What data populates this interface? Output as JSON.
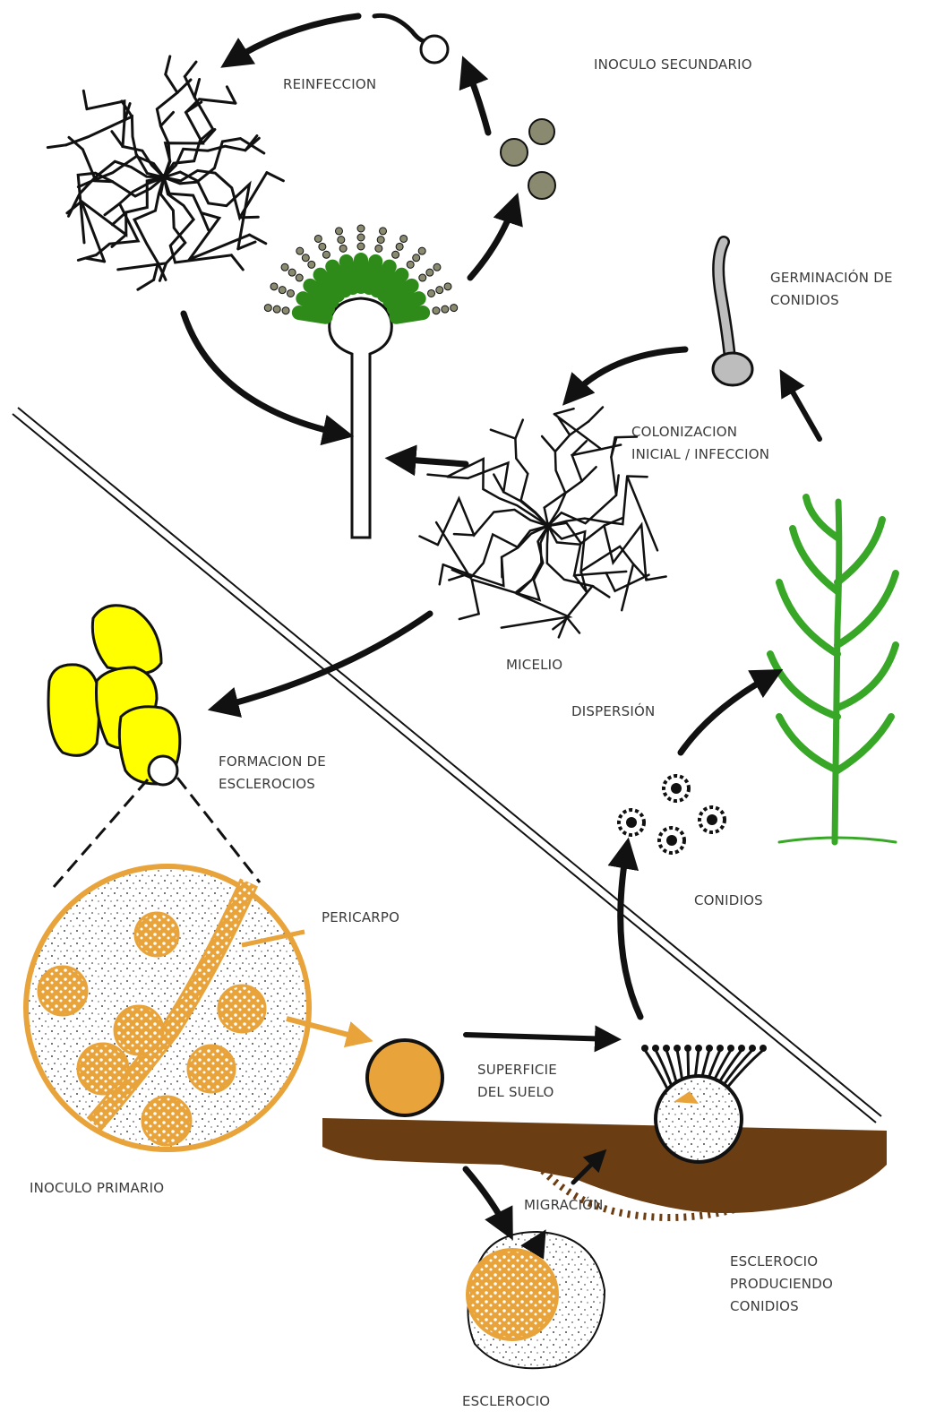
{
  "labels": {
    "reinfeccion": "REINFECCION",
    "inoculo_secundario": "INOCULO SECUNDARIO",
    "germinacion_line1": "GERMINACIÓN DE",
    "germinacion_line2": "CONIDIOS",
    "colonizacion_line1": "COLONIZACION",
    "colonizacion_line2": "INICIAL / INFECCION",
    "micelio": "MICELIO",
    "dispersion": "DISPERSIÓN",
    "formacion_line1": "FORMACION DE",
    "formacion_line2": "ESCLEROCIOS",
    "pericarpo": "PERICARPO",
    "conidios": "CONIDIOS",
    "superficie_line1": "SUPERFICIE",
    "superficie_line2": "DEL SUELO",
    "inoculo_primario": "INOCULO PRIMARIO",
    "migracion": "MIGRACIÓN",
    "esclerocio_prod_line1": "ESCLEROCIO",
    "esclerocio_prod_line2": "PRODUCIENDO",
    "esclerocio_prod_line3": "CONIDIOS",
    "esclerocio": "ESCLEROCIO"
  },
  "colors": {
    "ink": "#111111",
    "conidiophore_green": "#2e8b1a",
    "plant_green": "#38a626",
    "kernel_yellow": "#ffff00",
    "sclerotium_orange": "#e8a33a",
    "soil_brown": "#6b3d12",
    "spore_gray": "#8a8a70",
    "germ_gray": "#bdbdbd"
  }
}
